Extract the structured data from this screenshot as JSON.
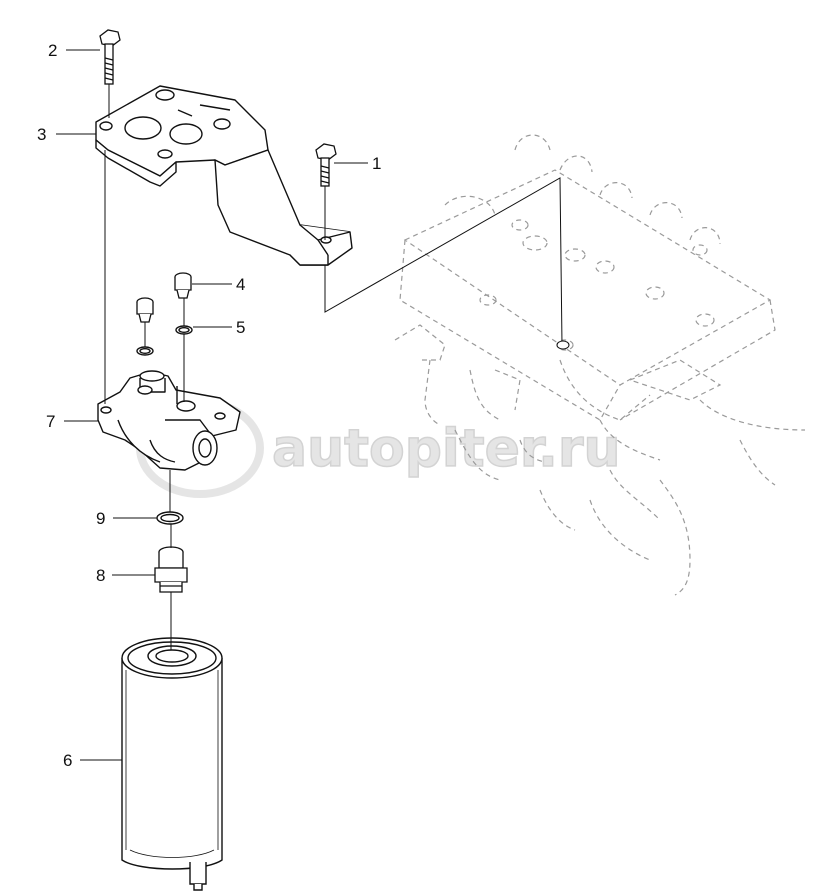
{
  "diagram": {
    "callouts": [
      {
        "id": "1",
        "label": "1"
      },
      {
        "id": "2",
        "label": "2"
      },
      {
        "id": "3",
        "label": "3"
      },
      {
        "id": "4",
        "label": "4"
      },
      {
        "id": "5",
        "label": "5"
      },
      {
        "id": "6",
        "label": "6"
      },
      {
        "id": "7",
        "label": "7"
      },
      {
        "id": "8",
        "label": "8"
      },
      {
        "id": "9",
        "label": "9"
      }
    ],
    "watermark": {
      "text": "autopiter.ru"
    }
  },
  "colors": {
    "line": "#111111",
    "ghost": "#9a9a9a",
    "watermark": "#e3e3e3",
    "background": "#ffffff"
  }
}
